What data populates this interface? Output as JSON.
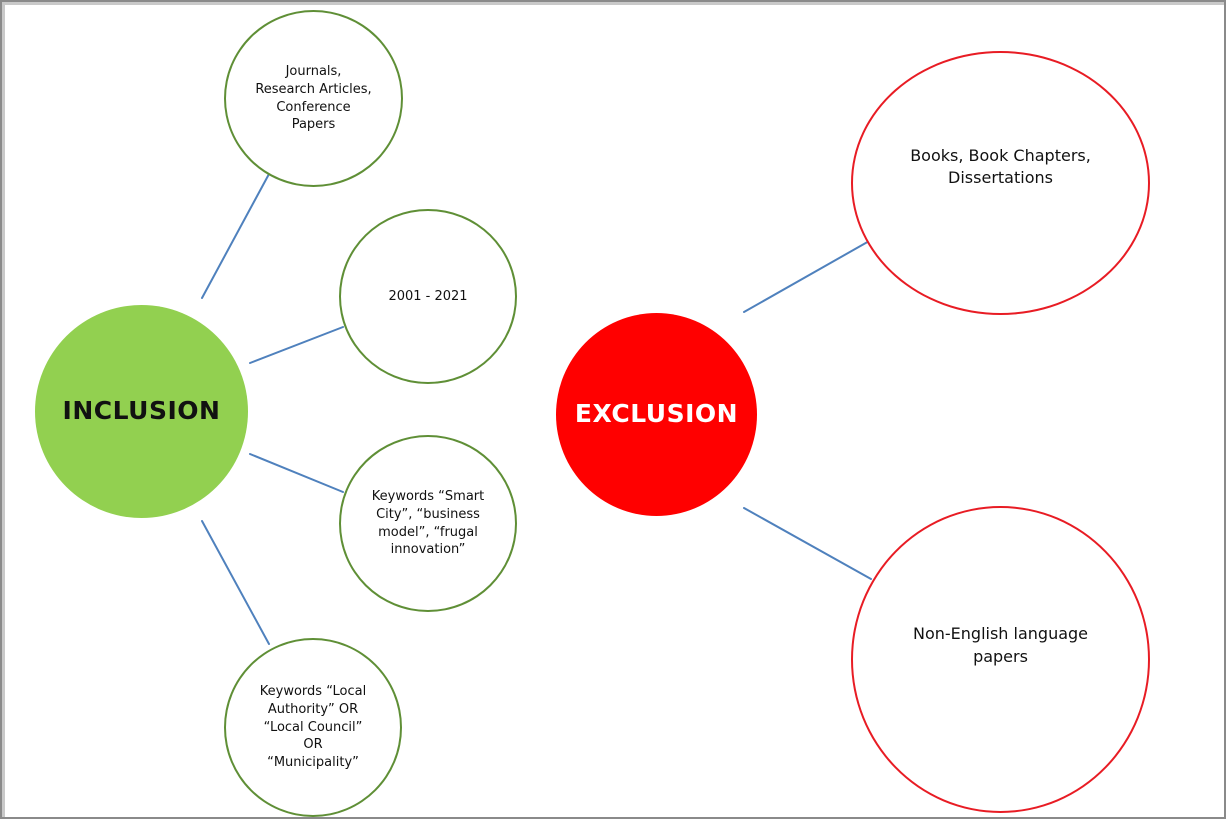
{
  "inclusion": {
    "label": "INCLUSION",
    "color": "#92d050",
    "border_color": "#5f8f36",
    "criteria": [
      "Journals,\nResearch Articles,\nConference\nPapers",
      "2001 - 2021",
      "Keywords “Smart\nCity”, “business\nmodel”,  “frugal\ninnovation”",
      "Keywords “Local\nAuthority” OR\n“Local Council”\nOR\n“Municipality”"
    ]
  },
  "exclusion": {
    "label": "EXCLUSION",
    "color": "#ff0000",
    "border_color": "#e81c24",
    "criteria": [
      "Books, Book Chapters,\nDissertations",
      "Non-English language\npapers"
    ]
  },
  "connector_color": "#4f81bd"
}
